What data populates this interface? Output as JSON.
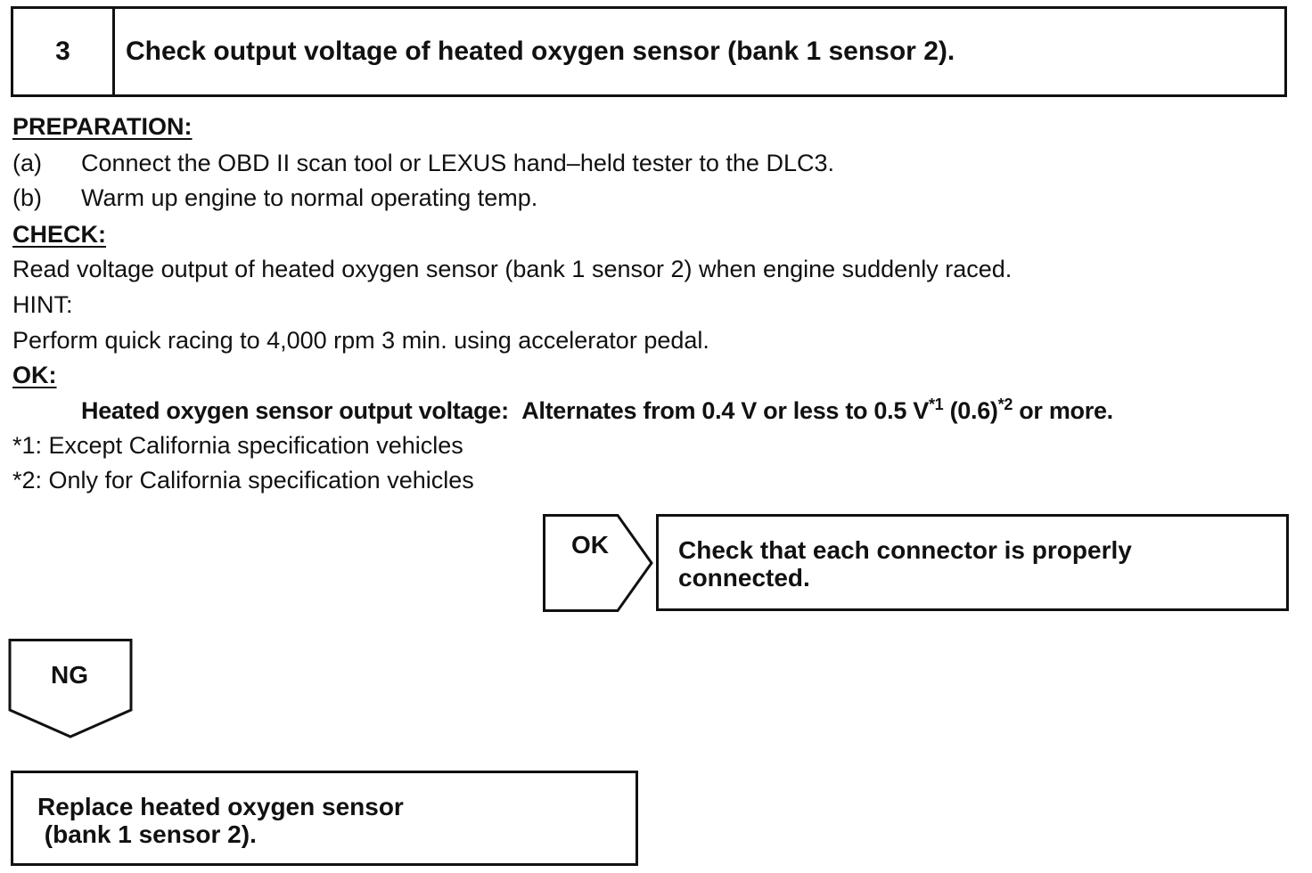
{
  "step": {
    "number": "3",
    "title": "Check output voltage of heated oxygen sensor (bank 1 sensor 2)."
  },
  "preparation": {
    "heading": "PREPARATION:",
    "items": [
      {
        "label": "(a)",
        "text": "Connect the OBD II scan tool or LEXUS hand–held tester to the DLC3."
      },
      {
        "label": "(b)",
        "text": "Warm up engine to normal operating temp."
      }
    ]
  },
  "check": {
    "heading": "CHECK:",
    "text": "Read voltage output of heated oxygen sensor (bank 1 sensor 2) when engine suddenly raced.",
    "hint_label": "HINT:",
    "hint_text": "Perform quick racing to 4,000 rpm 3 min. using accelerator pedal."
  },
  "ok_spec": {
    "heading": "OK:",
    "label": "Heated oxygen sensor output voltage:",
    "value_part1": "Alternates from 0.4 V or less to 0.5 V",
    "sup1": "*1",
    "value_part2": " (0.6)",
    "sup2": "*2",
    "value_part3": " or more.",
    "footnote1": "*1: Except California specification vehicles",
    "footnote2": "*2: Only for California specification vehicles"
  },
  "ok_branch": {
    "label": "OK",
    "result": "Check that each connector is properly\nconnected."
  },
  "ng_branch": {
    "label": "NG",
    "result": "Replace heated oxygen sensor\n (bank 1 sensor 2)."
  }
}
